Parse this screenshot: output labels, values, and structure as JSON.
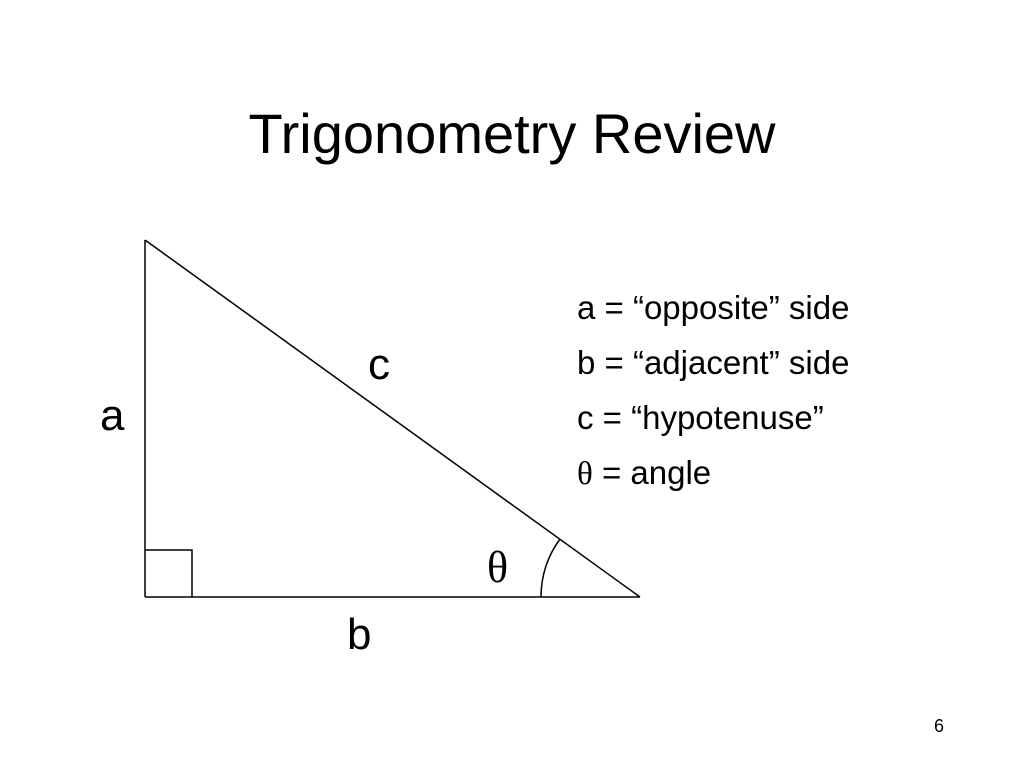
{
  "slide": {
    "title": "Trigonometry Review",
    "page_number": "6"
  },
  "diagram": {
    "labels": {
      "opposite": "a",
      "adjacent": "b",
      "hypotenuse": "c",
      "angle": "θ"
    },
    "legend": [
      {
        "symbol": "a",
        "text": " = “opposite” side"
      },
      {
        "symbol": "b",
        "text": " = “adjacent” side"
      },
      {
        "symbol": "c",
        "text": " = “hypotenuse”"
      },
      {
        "symbol": "θ",
        "text": " = angle"
      }
    ],
    "colors": {
      "stroke": "#000000",
      "background": "#ffffff"
    }
  }
}
